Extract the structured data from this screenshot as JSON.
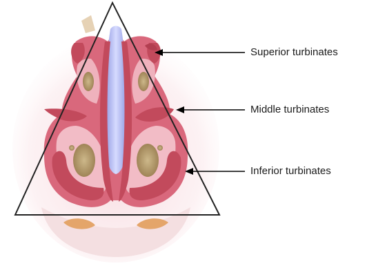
{
  "labels": {
    "superior": "Superior turbinates",
    "middle": "Middle turbinates",
    "inferior": "Inferior turbinates"
  },
  "colors": {
    "tissue_dark": "#c24a5c",
    "tissue_mid": "#de7f90",
    "tissue_light": "#f3c1ca",
    "septum_blue": "#a9b4ee",
    "bone_tan": "#b99e6e",
    "outline": "#222222"
  }
}
